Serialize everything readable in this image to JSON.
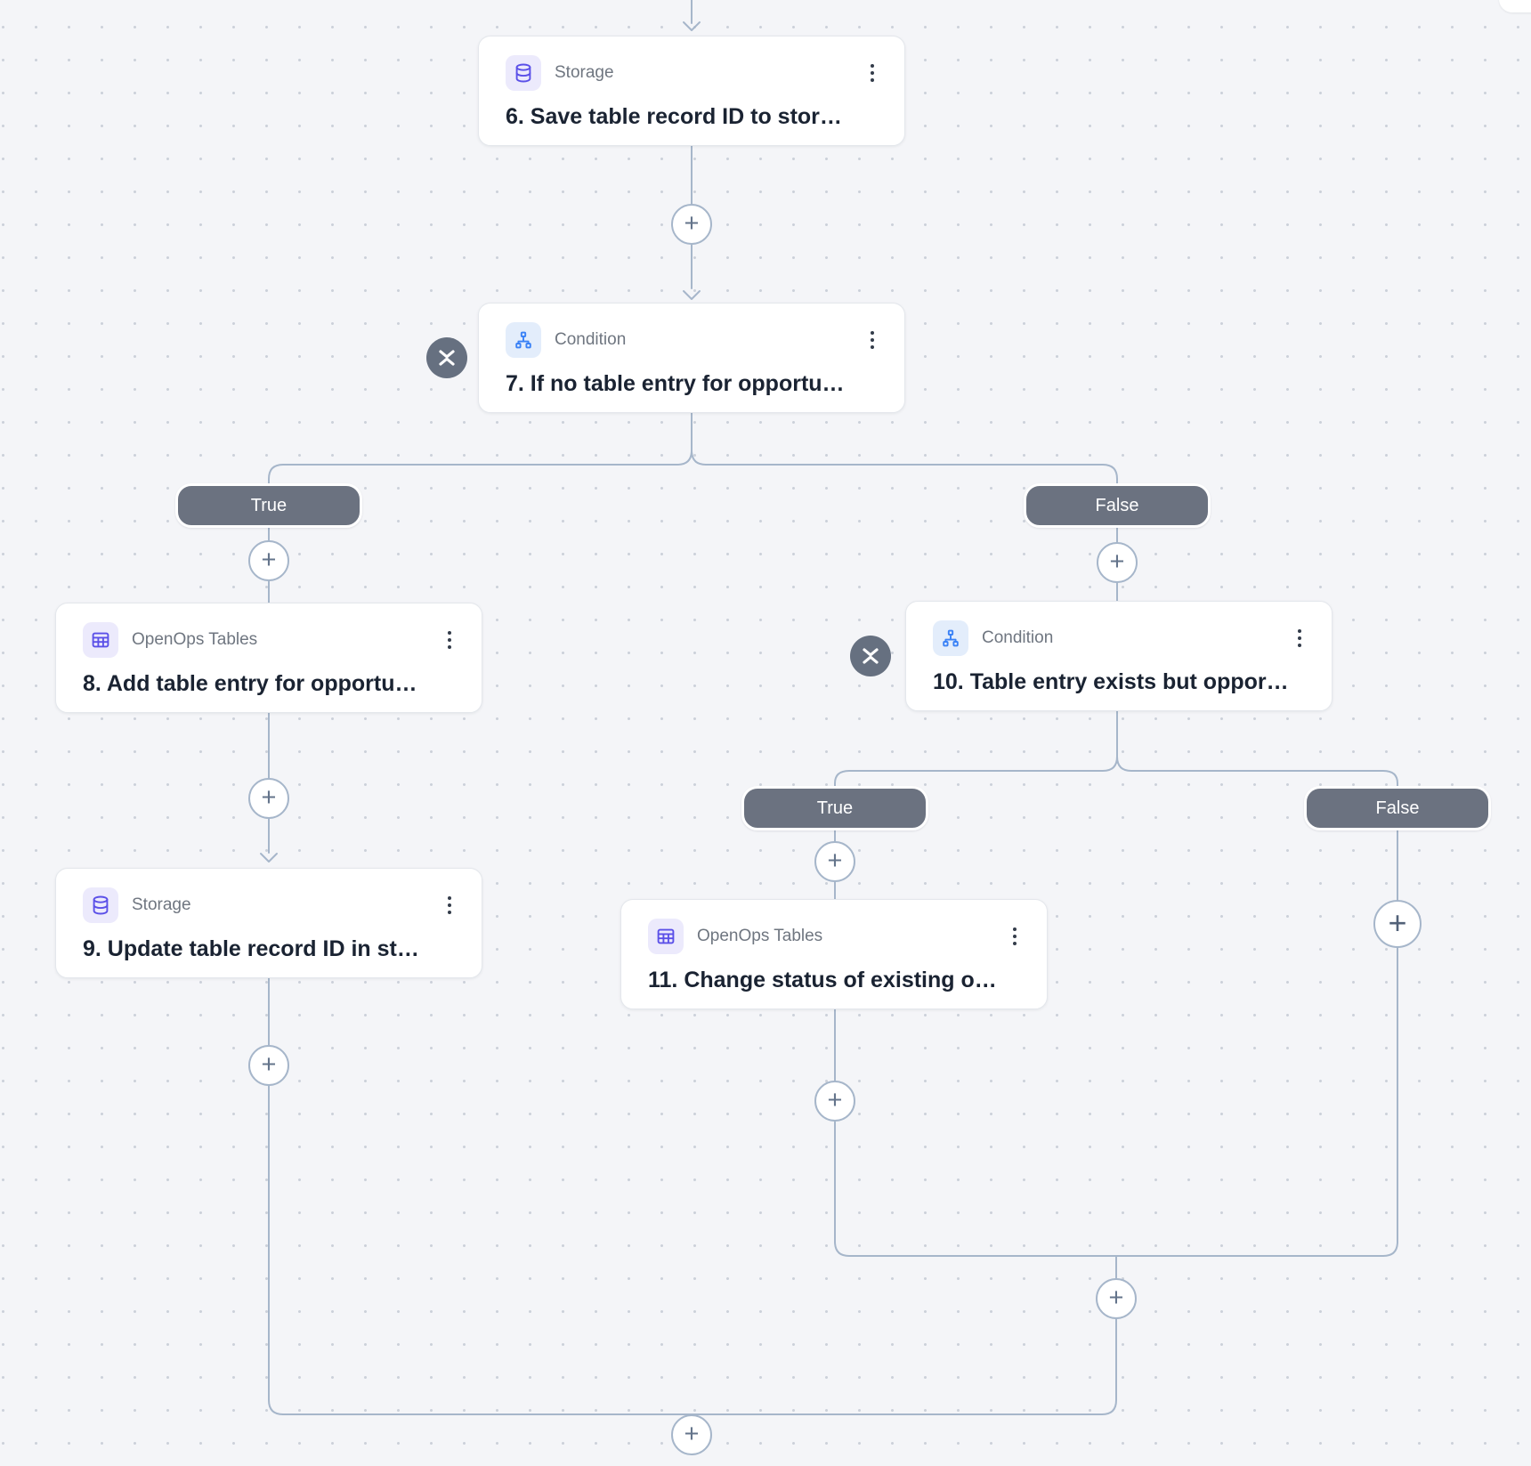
{
  "app": {
    "name": "workflow-builder-canvas"
  },
  "colors": {
    "canvas_bg": "#f4f5f8",
    "grid_dot": "#ccd1da",
    "connector": "#a6b6ca",
    "node_bg": "#ffffff",
    "node_title": "#1a2332",
    "node_app_label": "#6f7680",
    "accent_purple": "#5b50e8",
    "accent_blue": "#3b82f6",
    "icon_bg_purple": "#eceafc",
    "icon_bg_blue": "#e3edfb",
    "branch_pill_bg": "#6b7280",
    "collapse_badge_bg": "#667080"
  },
  "nodes": [
    {
      "step": "6",
      "app": "Storage",
      "title": "6. Save table record ID to stor…",
      "icon": "database-icon"
    },
    {
      "step": "7",
      "app": "Condition",
      "title": "7. If no table entry for opportu…",
      "icon": "sitemap-icon"
    },
    {
      "step": "8",
      "app": "OpenOps Tables",
      "title": "8. Add table entry for opportu…",
      "icon": "table-icon"
    },
    {
      "step": "9",
      "app": "Storage",
      "title": "9. Update table record ID in st…",
      "icon": "database-icon"
    },
    {
      "step": "10",
      "app": "Condition",
      "title": "10. Table entry exists but oppor…",
      "icon": "sitemap-icon"
    },
    {
      "step": "11",
      "app": "OpenOps Tables",
      "title": "11. Change status of existing o…",
      "icon": "table-icon"
    }
  ],
  "pills": [
    {
      "label": "True"
    },
    {
      "label": "False"
    },
    {
      "label": "True"
    },
    {
      "label": "False"
    }
  ],
  "add_button_glyph": "+"
}
